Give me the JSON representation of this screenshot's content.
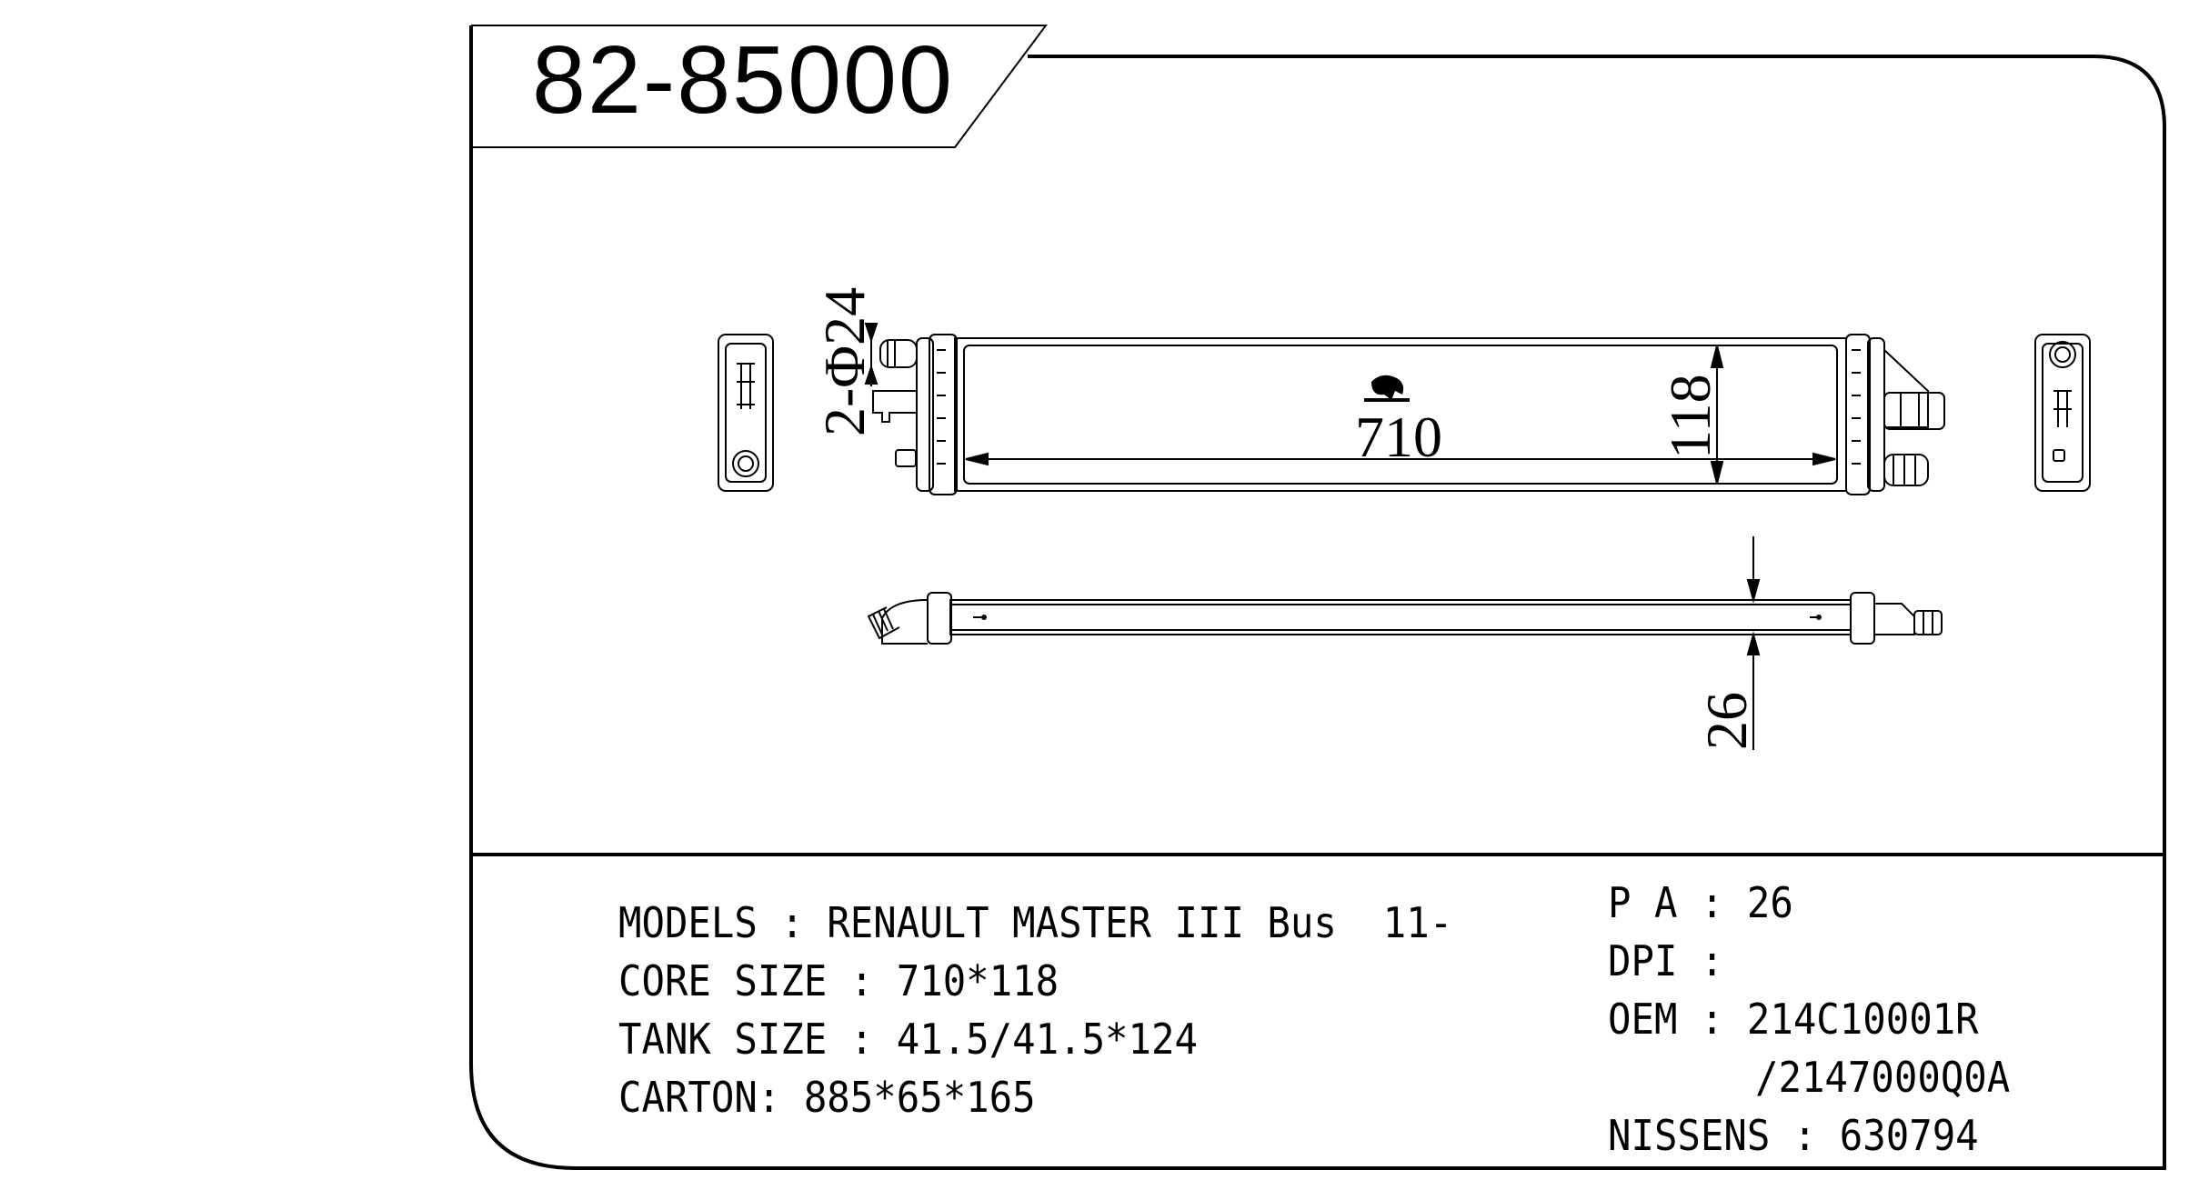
{
  "part_number": "82-85000",
  "dimensions": {
    "width_label": "710",
    "height_label": "118",
    "inlet_label": "2-Φ24",
    "thickness_label": "26"
  },
  "specs": {
    "models": "MODELS : RENAULT MASTER III Bus  11-",
    "core_size": "CORE SIZE : 710*118",
    "tank_size": "TANK SIZE : 41.5/41.5*124",
    "carton": "CARTON: 885*65*165",
    "pa": "P A : 26",
    "dpi": "DPI :",
    "oem_1": "OEM : 214C10001R",
    "oem_2": "/2147000Q0A",
    "nissens": "NISSENS : 630794"
  },
  "colors": {
    "line": "#000000",
    "background": "#ffffff"
  }
}
